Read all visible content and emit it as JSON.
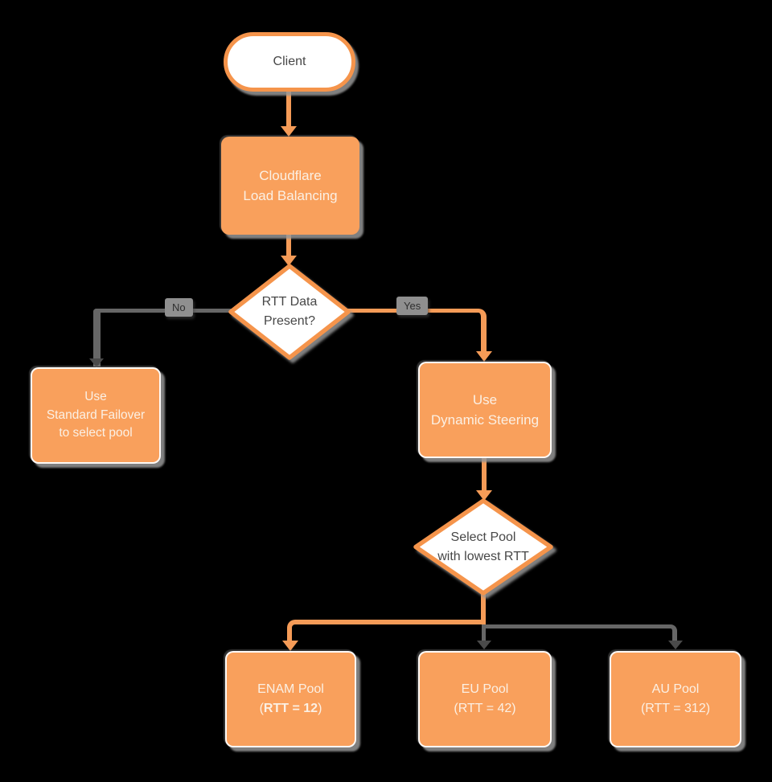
{
  "diagram": {
    "colors": {
      "background": "#000000",
      "orange_fill": "#F9A05C",
      "orange_border": "#F5944B",
      "orange_line": "#F59B57",
      "gray_line": "#666666",
      "gray_arrow": "#4A4A4A",
      "dark_text": "#474747",
      "light_text": "#FBF0E4",
      "label_bg": "#8F8F8F",
      "label_text": "#2E2E2E"
    },
    "nodes": {
      "client": {
        "label": "Client"
      },
      "load_balancer": {
        "line1": "Cloudflare",
        "line2": "Load Balancing"
      },
      "rtt_decision": {
        "line1": "RTT Data",
        "line2": "Present?"
      },
      "standard_failover": {
        "line1": "Use",
        "line2": "Standard Failover",
        "line3": "to select pool"
      },
      "dynamic_steering": {
        "line1": "Use",
        "line2": "Dynamic Steering"
      },
      "select_pool": {
        "line1": "Select Pool",
        "line2": "with lowest RTT"
      },
      "enam_pool": {
        "name": "ENAM Pool",
        "rtt_open": "(",
        "rtt_value": "RTT = 12",
        "rtt_close": ")"
      },
      "eu_pool": {
        "name": "EU Pool",
        "rtt": "(RTT = 42)"
      },
      "au_pool": {
        "name": "AU Pool",
        "rtt": "(RTT = 312)"
      }
    },
    "edge_labels": {
      "no": "No",
      "yes": "Yes"
    }
  }
}
